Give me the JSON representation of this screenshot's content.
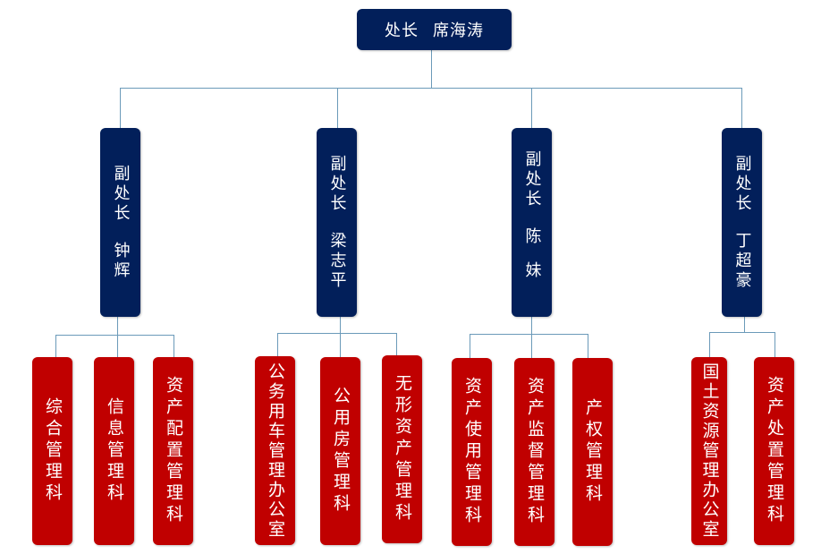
{
  "colors": {
    "leader_box": "#021f5a",
    "department_box": "#c00000",
    "connector": "#6b9ab9",
    "text": "#ffffff"
  },
  "director": {
    "title": "处长",
    "name": "席海涛"
  },
  "deputies": [
    {
      "title": "副处长",
      "name": "钟辉",
      "departments": [
        "综合管理科",
        "信息管理科",
        "资产配置管理科"
      ]
    },
    {
      "title": "副处长",
      "name": "梁志平",
      "departments": [
        "公务用车管理办公室",
        "公用房管理科",
        "无形资产管理科"
      ]
    },
    {
      "title": "副处长",
      "name": "陈妹",
      "departments": [
        "资产使用管理科",
        "资产监督管理科",
        "产权管理科"
      ]
    },
    {
      "title": "副处长",
      "name": "丁超豪",
      "departments": [
        "国土资源管理办公室",
        "资产处置管理科"
      ]
    }
  ]
}
